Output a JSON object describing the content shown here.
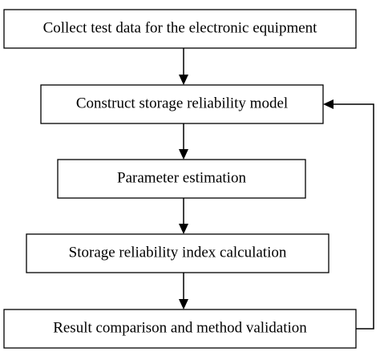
{
  "diagram": {
    "steps": [
      {
        "id": "collect",
        "label": "Collect test data for the electronic equipment"
      },
      {
        "id": "construct",
        "label": "Construct storage reliability model"
      },
      {
        "id": "estimate",
        "label": "Parameter estimation"
      },
      {
        "id": "calculate",
        "label": "Storage reliability index calculation"
      },
      {
        "id": "validate",
        "label": "Result comparison and method validation"
      }
    ],
    "edges": [
      {
        "from": "collect",
        "to": "construct",
        "kind": "sequence"
      },
      {
        "from": "construct",
        "to": "estimate",
        "kind": "sequence"
      },
      {
        "from": "estimate",
        "to": "calculate",
        "kind": "sequence"
      },
      {
        "from": "calculate",
        "to": "validate",
        "kind": "sequence"
      },
      {
        "from": "validate",
        "to": "construct",
        "kind": "feedback"
      }
    ],
    "colors": {
      "stroke": "#000000",
      "fill": "#ffffff",
      "text": "#000000"
    }
  }
}
